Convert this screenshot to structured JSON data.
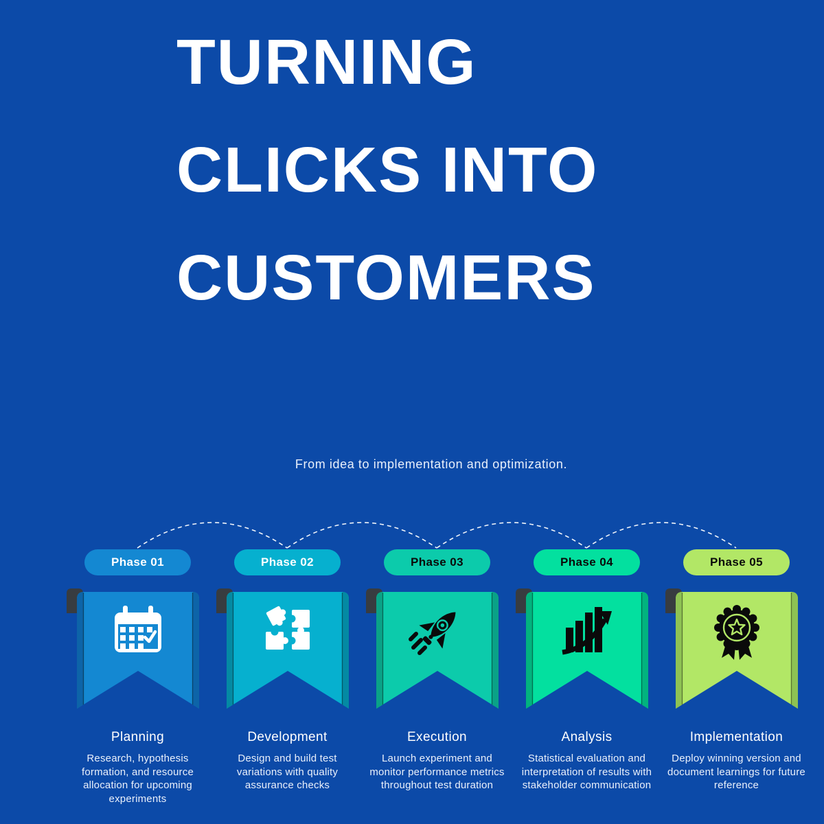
{
  "header": {
    "title_lines": [
      "TURNING",
      "CLICKS INTO",
      "CUSTOMERS"
    ],
    "subtitle": "From idea to implementation and optimization."
  },
  "colors": {
    "background": "#0c4aa8",
    "arc": "#ffffff",
    "tab": "#383c40",
    "edge_line": "rgba(0,0,0,0.5)"
  },
  "phases": [
    {
      "pill": "Phase 01",
      "banner_color": "#1488d2",
      "edge_color": "#0d64a8",
      "pill_text_color": "#ffffff",
      "icon_color": "#ffffff",
      "icon": "calendar-icon",
      "title": "Planning",
      "description": "Research, hypothesis formation, and resource allocation for upcoming experiments"
    },
    {
      "pill": "Phase 02",
      "banner_color": "#06b0cf",
      "edge_color": "#048aa3",
      "pill_text_color": "#ffffff",
      "icon_color": "#ffffff",
      "icon": "puzzle-icon",
      "title": "Development",
      "description": "Design and build test variations with quality assurance checks"
    },
    {
      "pill": "Phase 03",
      "banner_color": "#0ccbab",
      "edge_color": "#0aa287",
      "pill_text_color": "#0a0a0a",
      "icon_color": "#0a0a0a",
      "icon": "rocket-icon",
      "title": "Execution",
      "description": "Launch experiment and monitor performance metrics throughout test duration"
    },
    {
      "pill": "Phase 04",
      "banner_color": "#03e09f",
      "edge_color": "#02b37e",
      "pill_text_color": "#0a0a0a",
      "icon_color": "#0a0a0a",
      "icon": "growth-chart-icon",
      "title": "Analysis",
      "description": "Statistical evaluation and interpretation of results with stakeholder communication"
    },
    {
      "pill": "Phase 05",
      "banner_color": "#b2e766",
      "edge_color": "#8ec253",
      "pill_text_color": "#0a0a0a",
      "icon_color": "#0a0a0a",
      "icon": "award-badge-icon",
      "title": "Implementation",
      "description": "Deploy winning version and document learnings for future reference"
    }
  ]
}
